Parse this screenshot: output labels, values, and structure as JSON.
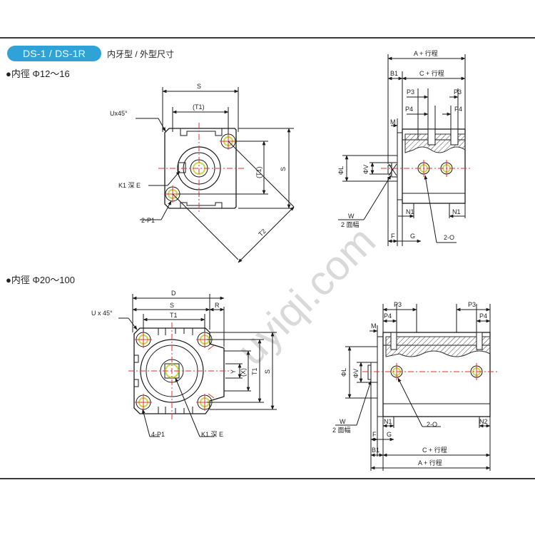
{
  "header": {
    "badge": "DS-1 / DS-1R",
    "title": "内牙型 / 外型尺寸"
  },
  "section1": {
    "title": "●内徑 Φ12～16"
  },
  "section2": {
    "title": "●内徑 Φ20～100"
  },
  "watermark": "uyiqi.com",
  "labels1_front": {
    "S_top": "S",
    "T1_top": "(T1)",
    "U": "Ux45°",
    "K1": "K1 深 E",
    "P1": "2-P1",
    "T1_side": "(T1)",
    "S_side": "S",
    "T2": "T2"
  },
  "labels1_side": {
    "A": "A + 行程",
    "B1": "B1",
    "C": "C + 行程",
    "P3a": "P3",
    "P3b": "P3",
    "P4a": "P4",
    "P4b": "P4",
    "M": "M",
    "PhiL": "ΦL",
    "PhiV": "ΦV",
    "N1a": "N1",
    "N1b": "N1",
    "W": "W",
    "W2": "2 面幅",
    "F": "F",
    "G": "G",
    "O": "2-O"
  },
  "labels2_front": {
    "D": "D",
    "S_top": "S",
    "R": "R",
    "T1_top": "T1",
    "U": "U x 45°",
    "Y": "Y",
    "X": "(X)",
    "T1_side": "T1",
    "S_side": "S",
    "P1": "4-P1",
    "K1": "K1 深 E"
  },
  "labels2_side": {
    "P3a": "P3",
    "P3b": "P3",
    "P4a": "P4",
    "P4b": "P4",
    "M": "M",
    "PhiL": "ΦL",
    "PhiV": "ΦV",
    "N1": "N1",
    "N2": "N2",
    "W": "W",
    "W2": "2 面幅",
    "F": "F",
    "G": "G",
    "O": "2-O",
    "B1": "B1",
    "C": "C + 行程",
    "A": "A + 行程"
  },
  "colors": {
    "accent": "#2fa3d8",
    "center_line": "#e8322f",
    "port": "#c8d84a",
    "line": "#1a1a1a"
  }
}
